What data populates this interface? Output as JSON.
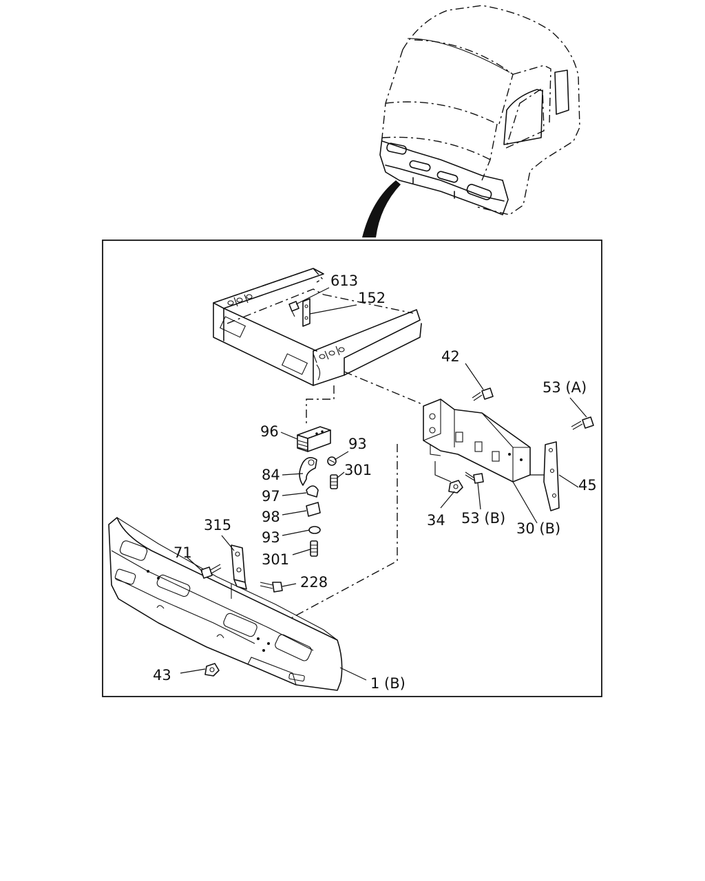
{
  "callouts": {
    "c613": "613",
    "c152": "152",
    "c42": "42",
    "c53a": "53 (A)",
    "c96": "96",
    "c93a": "93",
    "c84": "84",
    "c301a": "301",
    "c97": "97",
    "c98": "98",
    "c93b": "93",
    "c301b": "301",
    "c315": "315",
    "c71": "71",
    "c228": "228",
    "c34": "34",
    "c53b": "53 (B)",
    "c30b": "30 (B)",
    "c45": "45",
    "c43": "43",
    "c1b": "1 (B)"
  }
}
